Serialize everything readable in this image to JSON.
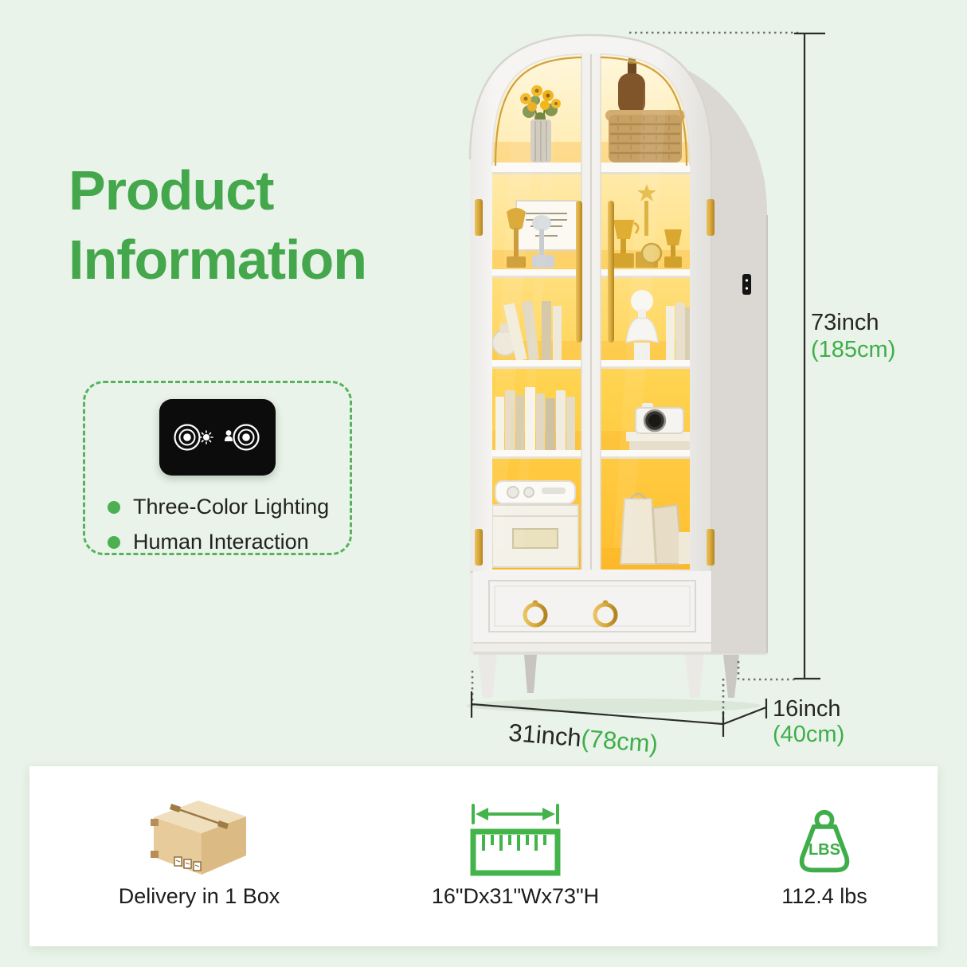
{
  "page": {
    "background": "#e9f3e9",
    "accent_green": "#3fae4a",
    "title_green": "#45a74c",
    "text_dark": "#262624",
    "glow_gold": "#ffc838",
    "hardware_gold": "#c9992e"
  },
  "header": {
    "title_line1": "Product",
    "title_line2": "Information"
  },
  "features": {
    "items": [
      {
        "label": "Three-Color Lighting"
      },
      {
        "label": "Human Interaction"
      }
    ]
  },
  "dimensions": {
    "height": {
      "inch": "73inch",
      "cm": "(185cm)"
    },
    "width": {
      "inch": "31inch",
      "cm": "(78cm)"
    },
    "depth": {
      "inch": "16inch",
      "cm": "(40cm)"
    }
  },
  "specs": [
    {
      "icon": "package-box-icon",
      "label": "Delivery in 1 Box"
    },
    {
      "icon": "ruler-icon",
      "label": "16\"Dx31\"Wx73\"H"
    },
    {
      "icon": "weight-lbs-icon",
      "label": "112.4 lbs",
      "badge": "LBS"
    }
  ]
}
